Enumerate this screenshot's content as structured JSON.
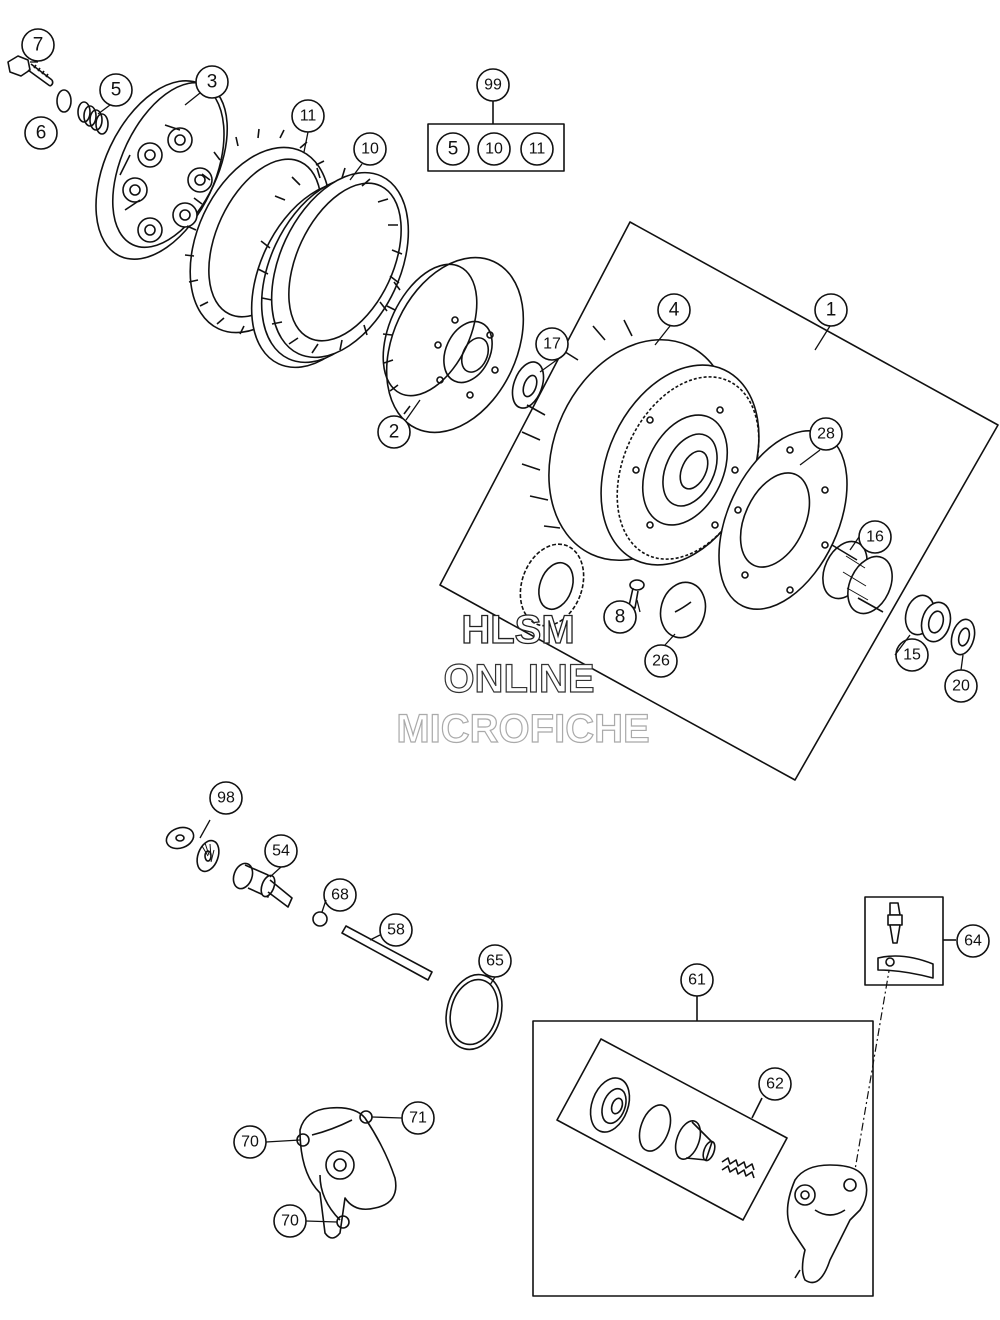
{
  "watermark": {
    "line1": "HLSM",
    "line2": "ONLINE",
    "line3": "MICROFICHE"
  },
  "callouts": [
    {
      "id": "c7",
      "label": "7"
    },
    {
      "id": "c5",
      "label": "5"
    },
    {
      "id": "c3",
      "label": "3"
    },
    {
      "id": "c6",
      "label": "6"
    },
    {
      "id": "c11",
      "label": "11"
    },
    {
      "id": "c10",
      "label": "10"
    },
    {
      "id": "c99",
      "label": "99"
    },
    {
      "id": "c99a",
      "label": "5"
    },
    {
      "id": "c99b",
      "label": "10"
    },
    {
      "id": "c99c",
      "label": "11"
    },
    {
      "id": "c4",
      "label": "4"
    },
    {
      "id": "c1",
      "label": "1"
    },
    {
      "id": "c17",
      "label": "17"
    },
    {
      "id": "c2",
      "label": "2"
    },
    {
      "id": "c28",
      "label": "28"
    },
    {
      "id": "c16",
      "label": "16"
    },
    {
      "id": "c8",
      "label": "8"
    },
    {
      "id": "c26",
      "label": "26"
    },
    {
      "id": "c15",
      "label": "15"
    },
    {
      "id": "c20",
      "label": "20"
    },
    {
      "id": "c98",
      "label": "98"
    },
    {
      "id": "c54",
      "label": "54"
    },
    {
      "id": "c68",
      "label": "68"
    },
    {
      "id": "c58",
      "label": "58"
    },
    {
      "id": "c65",
      "label": "65"
    },
    {
      "id": "c64",
      "label": "64"
    },
    {
      "id": "c61",
      "label": "61"
    },
    {
      "id": "c62",
      "label": "62"
    },
    {
      "id": "c71",
      "label": "71"
    },
    {
      "id": "c70a",
      "label": "70"
    },
    {
      "id": "c70b",
      "label": "70"
    }
  ]
}
